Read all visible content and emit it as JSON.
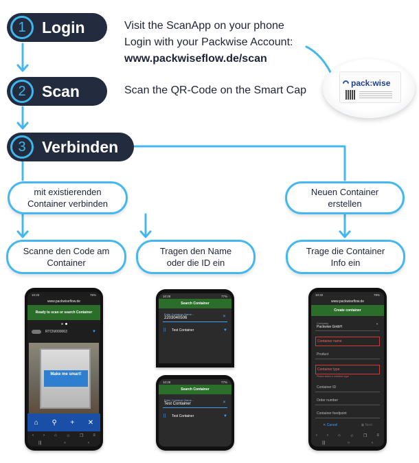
{
  "steps": [
    {
      "num": "1",
      "label": "Login"
    },
    {
      "num": "2",
      "label": "Scan"
    },
    {
      "num": "3",
      "label": "Verbinden"
    }
  ],
  "instructions": {
    "login_line1": "Visit the ScanApp on your phone",
    "login_line2": "Login with your Packwise Account:",
    "login_url": "www.packwiseflow.de/scan",
    "scan_text": "Scan the QR-Code on the Smart Cap"
  },
  "device": {
    "brand": "pack:wise"
  },
  "bubbles": {
    "existing": "mit existierenden Container verbinden",
    "new": "Neuen Container erstellen",
    "scan_code": "Scanne den Code am Container",
    "enter_name": "Tragen den Name oder die ID ein",
    "enter_info": "Trage die Container Info ein"
  },
  "phone1": {
    "time": "10:20",
    "battery": "76%",
    "url": "www.packwiseflow.de",
    "banner": "Ready to scan or search Container",
    "device_id": "RTCN/000063",
    "sticker": "Make me smart!"
  },
  "phone2": {
    "time": "10:28",
    "battery": "77%",
    "title": "Search Container",
    "field_label": "Enter Container Name...",
    "field_value": "2203040506",
    "result": "Test Container"
  },
  "phone3": {
    "time": "10:28",
    "battery": "77%",
    "title": "Search Container",
    "field_label": "Enter Container Name...",
    "field_value": "Test Container",
    "result": "Test Container"
  },
  "phone4": {
    "time": "10:32",
    "battery": "78%",
    "url": "www.packwiseflow.de",
    "title": "Create container",
    "company_label": "Company",
    "company": "Packwise GmbH",
    "fields": [
      "Container name",
      "Product",
      "Container type"
    ],
    "error": "Please select a container type",
    "extra_fields": [
      "Container ID",
      "Order number",
      "Container feedpoint"
    ],
    "cancel": "Cancel",
    "next": "Next"
  }
}
